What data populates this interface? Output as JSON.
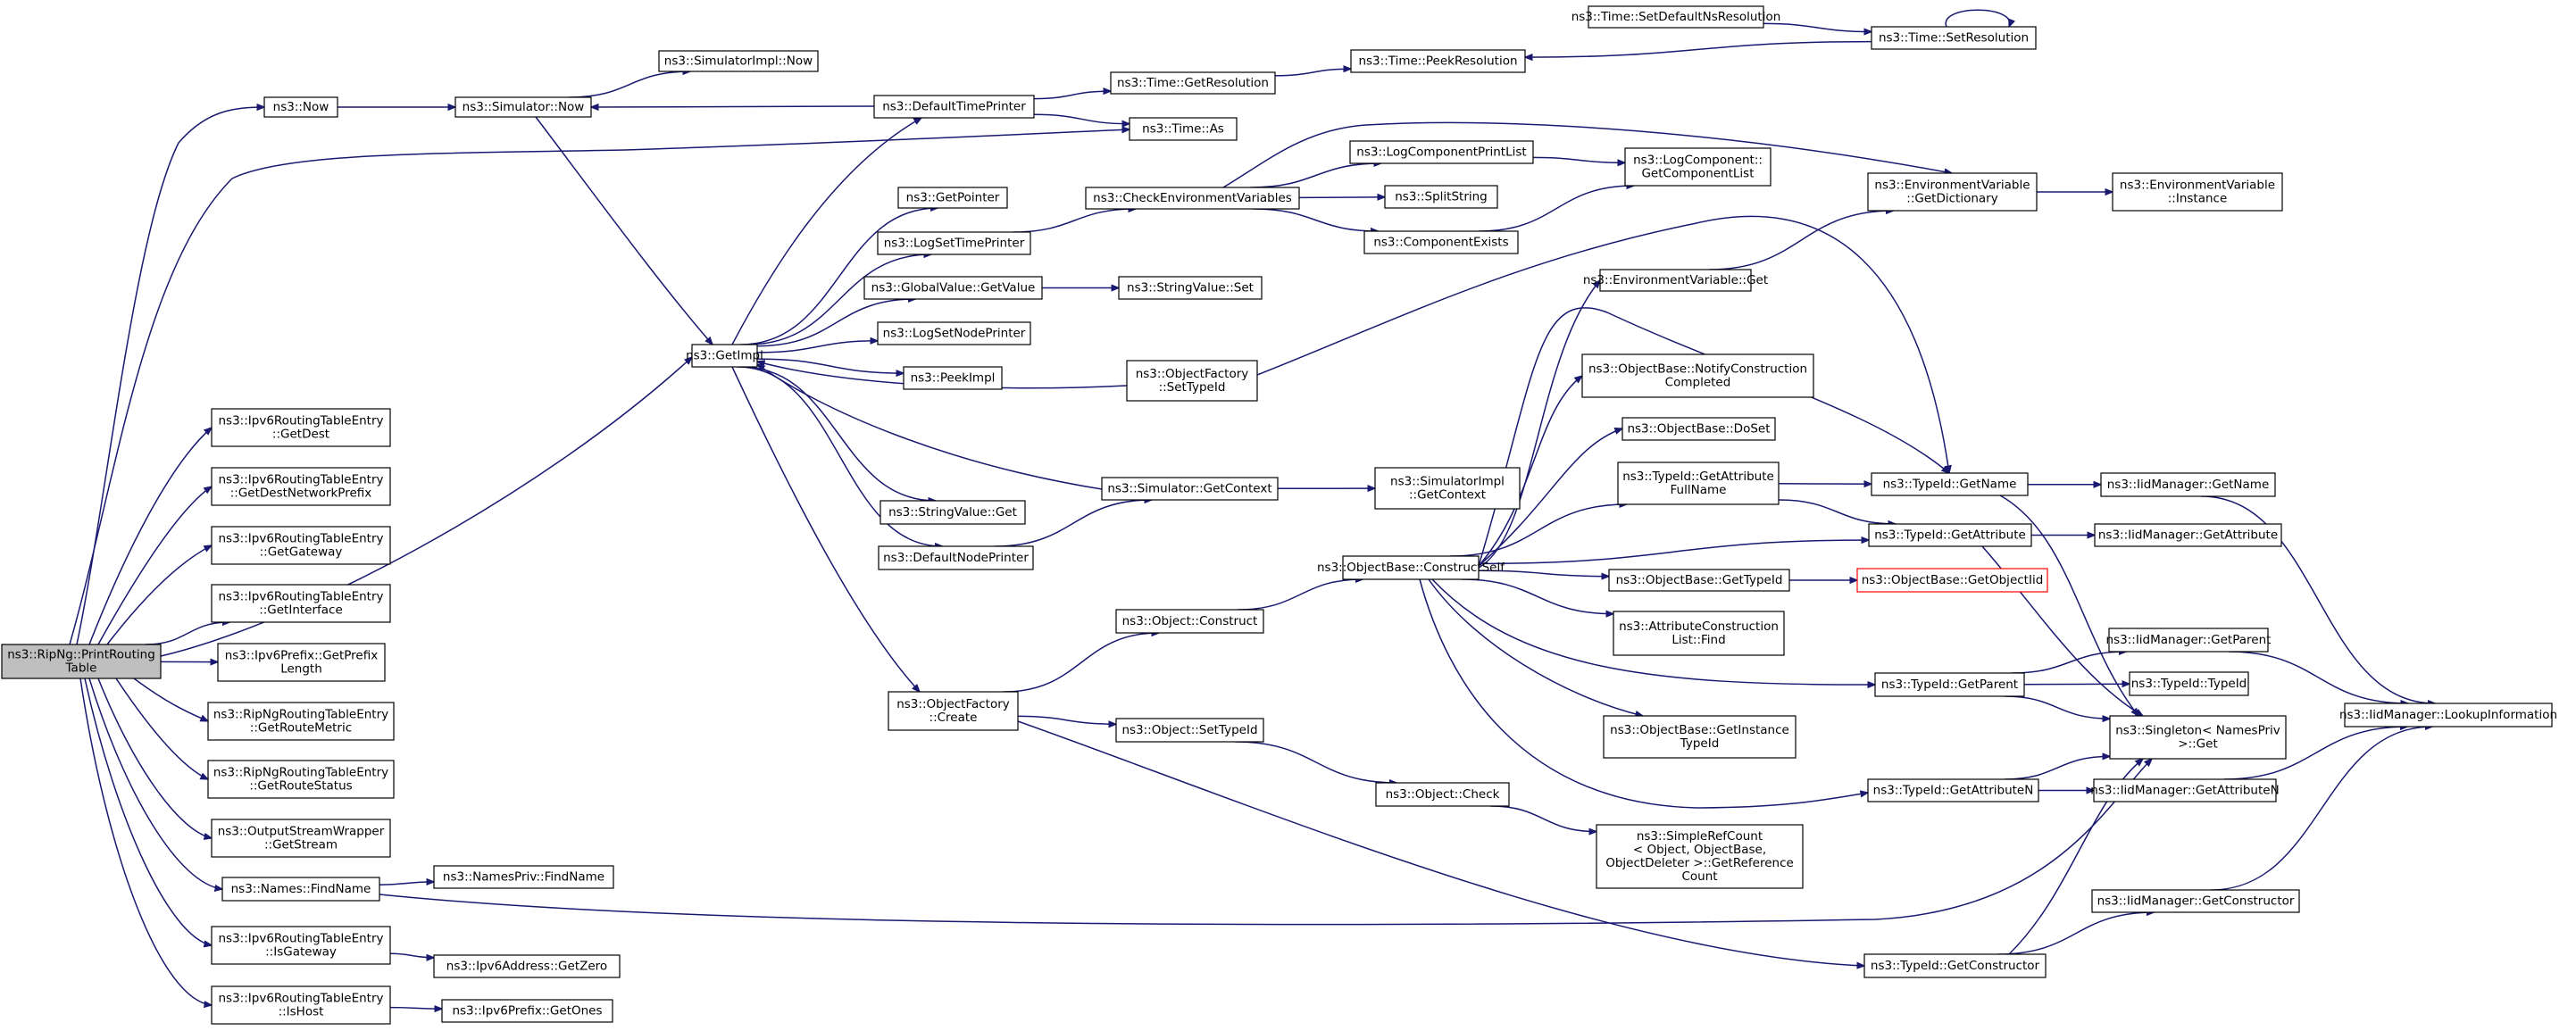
{
  "colors": {
    "edge": "#191970",
    "node_border": "#000000",
    "root_fill": "#bfbfbf",
    "red_border": "#ff0000"
  },
  "nodes": {
    "root": [
      "ns3::RipNg::PrintRouting",
      "Table"
    ],
    "now": [
      "ns3::Now"
    ],
    "simnow": [
      "ns3::Simulator::Now"
    ],
    "simimplnow": [
      "ns3::SimulatorImpl::Now"
    ],
    "dtp": [
      "ns3::DefaultTimePrinter"
    ],
    "getres": [
      "ns3::Time::GetResolution"
    ],
    "peekres": [
      "ns3::Time::PeekResolution"
    ],
    "setdefns": [
      "ns3::Time::SetDefaultNsResolution"
    ],
    "setres": [
      "ns3::Time::SetResolution"
    ],
    "timeas": [
      "ns3::Time::As"
    ],
    "getptr": [
      "ns3::GetPointer"
    ],
    "checkenv": [
      "ns3::CheckEnvironmentVariables"
    ],
    "lcpl": [
      "ns3::LogComponentPrintList"
    ],
    "getcomplist": [
      "ns3::LogComponent::",
      "GetComponentList"
    ],
    "envdict": [
      "ns3::EnvironmentVariable",
      "::GetDictionary"
    ],
    "envinst": [
      "ns3::EnvironmentVariable",
      "::Instance"
    ],
    "logsettp": [
      "ns3::LogSetTimePrinter"
    ],
    "splitstr": [
      "ns3::SplitString"
    ],
    "compexists": [
      "ns3::ComponentExists"
    ],
    "gvgetvalue": [
      "ns3::GlobalValue::GetValue"
    ],
    "strvalset": [
      "ns3::StringValue::Set"
    ],
    "envget": [
      "ns3::EnvironmentVariable::Get"
    ],
    "getimpl": [
      "ns3::GetImpl"
    ],
    "logsetnp": [
      "ns3::LogSetNodePrinter"
    ],
    "peekimpl": [
      "ns3::PeekImpl"
    ],
    "ofsettype": [
      "ns3::ObjectFactory",
      "::SetTypeId"
    ],
    "obnotify": [
      "ns3::ObjectBase::NotifyConstruction",
      "Completed"
    ],
    "obdoset": [
      "ns3::ObjectBase::DoSet"
    ],
    "tidgetattrfull": [
      "ns3::TypeId::GetAttribute",
      "FullName"
    ],
    "tidgetname": [
      "ns3::TypeId::GetName"
    ],
    "iidgetname": [
      "ns3::IidManager::GetName"
    ],
    "simgetctx": [
      "ns3::Simulator::GetContext"
    ],
    "simimplgetctx": [
      "ns3::SimulatorImpl",
      "::GetContext"
    ],
    "strvalget": [
      "ns3::StringValue::Get"
    ],
    "tidgetattr": [
      "ns3::TypeId::GetAttribute"
    ],
    "iidgetattr": [
      "ns3::IidManager::GetAttribute"
    ],
    "dnp": [
      "ns3::DefaultNodePrinter"
    ],
    "obconstruct": [
      "ns3::ObjectBase::ConstructSelf"
    ],
    "obgettid": [
      "ns3::ObjectBase::GetTypeId"
    ],
    "obgetoid": [
      "ns3::ObjectBase::GetObjectIid"
    ],
    "objconstruct": [
      "ns3::Object::Construct"
    ],
    "acfind": [
      "ns3::AttributeConstruction",
      "List::Find"
    ],
    "iidgetparent": [
      "ns3::IidManager::GetParent"
    ],
    "tidgetparent": [
      "ns3::TypeId::GetParent"
    ],
    "tidtid": [
      "ns3::TypeId::TypeId"
    ],
    "iidlookup": [
      "ns3::IidManager::LookupInformation"
    ],
    "ofcreate": [
      "ns3::ObjectFactory",
      "::Create"
    ],
    "objsettid": [
      "ns3::Object::SetTypeId"
    ],
    "obgetinst": [
      "ns3::ObjectBase::GetInstance",
      "TypeId"
    ],
    "singleton": [
      "ns3::Singleton< NamesPriv",
      ">::Get"
    ],
    "objcheck": [
      "ns3::Object::Check"
    ],
    "tidgetattrn": [
      "ns3::TypeId::GetAttributeN"
    ],
    "iidgetattrn": [
      "ns3::IidManager::GetAttributeN"
    ],
    "srcount": [
      "ns3::SimpleRefCount",
      "< Object, ObjectBase,",
      "ObjectDeleter >::GetReference",
      "Count"
    ],
    "iidgetctor": [
      "ns3::IidManager::GetConstructor"
    ],
    "tidgetctor": [
      "ns3::TypeId::GetConstructor"
    ],
    "ipv6dest": [
      "ns3::Ipv6RoutingTableEntry",
      "::GetDest"
    ],
    "ipv6destprefix": [
      "ns3::Ipv6RoutingTableEntry",
      "::GetDestNetworkPrefix"
    ],
    "ipv6gw": [
      "ns3::Ipv6RoutingTableEntry",
      "::GetGateway"
    ],
    "ipv6if": [
      "ns3::Ipv6RoutingTableEntry",
      "::GetInterface"
    ],
    "ipv6prefixlen": [
      "ns3::Ipv6Prefix::GetPrefix",
      "Length"
    ],
    "ripmetric": [
      "ns3::RipNgRoutingTableEntry",
      "::GetRouteMetric"
    ],
    "ripstatus": [
      "ns3::RipNgRoutingTableEntry",
      "::GetRouteStatus"
    ],
    "osw": [
      "ns3::OutputStreamWrapper",
      "::GetStream"
    ],
    "namesfind": [
      "ns3::Names::FindName"
    ],
    "npfind": [
      "ns3::NamesPriv::FindName"
    ],
    "isgw": [
      "ns3::Ipv6RoutingTableEntry",
      "::IsGateway"
    ],
    "ipv6zero": [
      "ns3::Ipv6Address::GetZero"
    ],
    "ishost": [
      "ns3::Ipv6RoutingTableEntry",
      "::IsHost"
    ],
    "getones": [
      "ns3::Ipv6Prefix::GetOnes"
    ]
  },
  "edges": [
    [
      "root",
      "now"
    ],
    [
      "root",
      "timeas"
    ],
    [
      "root",
      "getimpl"
    ],
    [
      "root",
      "ipv6dest"
    ],
    [
      "root",
      "ipv6destprefix"
    ],
    [
      "root",
      "ipv6gw"
    ],
    [
      "root",
      "ipv6if"
    ],
    [
      "root",
      "ipv6prefixlen"
    ],
    [
      "root",
      "ripmetric"
    ],
    [
      "root",
      "ripstatus"
    ],
    [
      "root",
      "osw"
    ],
    [
      "root",
      "namesfind"
    ],
    [
      "root",
      "isgw"
    ],
    [
      "root",
      "ishost"
    ],
    [
      "now",
      "simnow"
    ],
    [
      "simnow",
      "simimplnow"
    ],
    [
      "simnow",
      "getimpl"
    ],
    [
      "dtp",
      "simnow"
    ],
    [
      "dtp",
      "getres"
    ],
    [
      "dtp",
      "timeas"
    ],
    [
      "getres",
      "peekres"
    ],
    [
      "setres",
      "peekres"
    ],
    [
      "setdefns",
      "setres"
    ],
    [
      "setres",
      "setres"
    ],
    [
      "getimpl",
      "dtp"
    ],
    [
      "getimpl",
      "getptr"
    ],
    [
      "getimpl",
      "logsettp"
    ],
    [
      "getimpl",
      "gvgetvalue"
    ],
    [
      "getimpl",
      "logsetnp"
    ],
    [
      "getimpl",
      "peekimpl"
    ],
    [
      "getimpl",
      "strvalget"
    ],
    [
      "getimpl",
      "dnp"
    ],
    [
      "getimpl",
      "ofcreate"
    ],
    [
      "ofsettype",
      "getimpl"
    ],
    [
      "simgetctx",
      "getimpl"
    ],
    [
      "logsettp",
      "checkenv"
    ],
    [
      "checkenv",
      "lcpl"
    ],
    [
      "checkenv",
      "splitstr"
    ],
    [
      "checkenv",
      "compexists"
    ],
    [
      "checkenv",
      "envdict"
    ],
    [
      "lcpl",
      "getcomplist"
    ],
    [
      "compexists",
      "getcomplist"
    ],
    [
      "envdict",
      "envinst"
    ],
    [
      "envget",
      "envdict"
    ],
    [
      "gvgetvalue",
      "strvalset"
    ],
    [
      "ofsettype",
      "tidgetname"
    ],
    [
      "dnp",
      "simgetctx"
    ],
    [
      "simgetctx",
      "simimplgetctx"
    ],
    [
      "obconstruct",
      "envget"
    ],
    [
      "obconstruct",
      "obnotify"
    ],
    [
      "obconstruct",
      "obdoset"
    ],
    [
      "obconstruct",
      "tidgetattrfull"
    ],
    [
      "obconstruct",
      "tidgetname"
    ],
    [
      "obconstruct",
      "tidgetattr"
    ],
    [
      "obconstruct",
      "obgettid"
    ],
    [
      "obconstruct",
      "acfind"
    ],
    [
      "obconstruct",
      "tidgetparent"
    ],
    [
      "obconstruct",
      "obgetinst"
    ],
    [
      "obconstruct",
      "tidgetattrn"
    ],
    [
      "tidgetattrfull",
      "tidgetname"
    ],
    [
      "tidgetattrfull",
      "tidgetattr"
    ],
    [
      "tidgetname",
      "iidgetname"
    ],
    [
      "tidgetname",
      "singleton"
    ],
    [
      "tidgetattr",
      "iidgetattr"
    ],
    [
      "tidgetattr",
      "singleton"
    ],
    [
      "obgettid",
      "obgetoid"
    ],
    [
      "tidgetparent",
      "iidgetparent"
    ],
    [
      "tidgetparent",
      "tidtid"
    ],
    [
      "tidgetparent",
      "singleton"
    ],
    [
      "iidgetname",
      "iidlookup"
    ],
    [
      "iidgetparent",
      "iidlookup"
    ],
    [
      "iidgetattrn",
      "iidlookup"
    ],
    [
      "iidgetctor",
      "iidlookup"
    ],
    [
      "tidgetattrn",
      "singleton"
    ],
    [
      "tidgetattrn",
      "iidgetattrn"
    ],
    [
      "ofcreate",
      "objconstruct"
    ],
    [
      "ofcreate",
      "objsettid"
    ],
    [
      "ofcreate",
      "tidgetctor"
    ],
    [
      "objconstruct",
      "obconstruct"
    ],
    [
      "objsettid",
      "objcheck"
    ],
    [
      "objcheck",
      "srcount"
    ],
    [
      "tidgetctor",
      "iidgetctor"
    ],
    [
      "tidgetctor",
      "singleton"
    ],
    [
      "namesfind",
      "npfind"
    ],
    [
      "namesfind",
      "singleton"
    ],
    [
      "isgw",
      "ipv6zero"
    ],
    [
      "ishost",
      "getones"
    ]
  ]
}
